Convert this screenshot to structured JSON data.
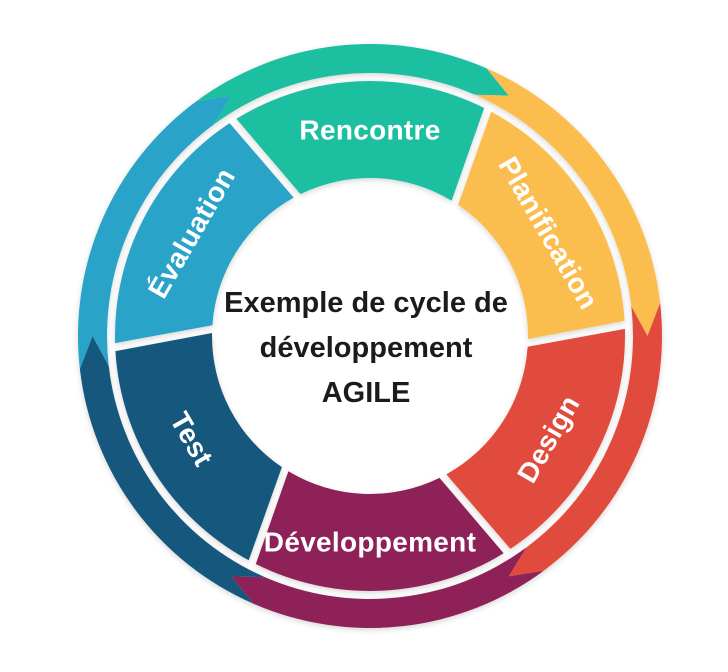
{
  "title": {
    "lines": [
      "Exemple de cycle de",
      "développement",
      "AGILE"
    ]
  },
  "diagram": {
    "type": "cycle",
    "flow": "clockwise",
    "background_color": "#ffffff",
    "label_text_color": "#ffffff",
    "center_text_color": "#1b1b1b",
    "segments": [
      {
        "label": "Rencontre",
        "color": "#1dbfa0"
      },
      {
        "label": "Planification",
        "color": "#fbbd4e"
      },
      {
        "label": "Design",
        "color": "#e14b3e"
      },
      {
        "label": "Développement",
        "color": "#8e2158"
      },
      {
        "label": "Test",
        "color": "#17587d"
      },
      {
        "label": "Évaluation",
        "color": "#2ba3c8"
      }
    ]
  }
}
